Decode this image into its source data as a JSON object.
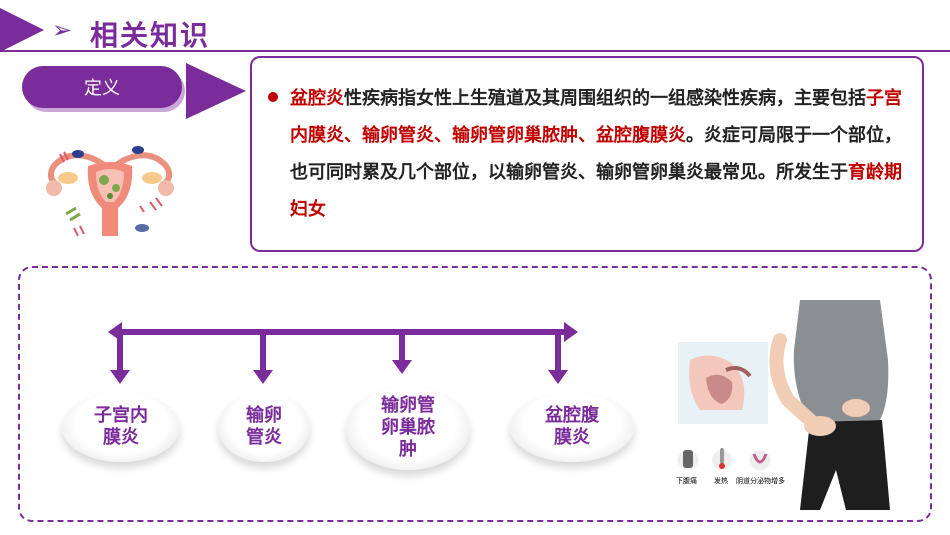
{
  "header": {
    "arrow": "➢",
    "title": "相关知识"
  },
  "definition": {
    "tag": "定义",
    "segments": [
      {
        "text": "盆腔炎",
        "red": true
      },
      {
        "text": "性疾病指女性上生殖道及其周围组织的一组感染性疾病，主要包括",
        "red": false
      },
      {
        "text": "子宫内膜炎、输卵管炎、输卵管卵巢脓肿、盆腔腹膜炎",
        "red": true
      },
      {
        "text": "。炎症可局限于一个部位，也可同时累及几个部位，以输卵管炎、输卵管卵巢炎最常见。所发生于",
        "red": false
      },
      {
        "text": "育龄期妇女",
        "red": true
      }
    ]
  },
  "types": [
    {
      "lines": [
        "子宫内",
        "膜炎"
      ]
    },
    {
      "lines": [
        "输卵",
        "管炎"
      ]
    },
    {
      "lines": [
        "输卵管",
        "卵巢脓",
        "肿"
      ]
    },
    {
      "lines": [
        "盆腔腹",
        "膜炎"
      ]
    }
  ],
  "symptoms": [
    {
      "label": "下腹痛",
      "icon": "abdomen-pain-icon"
    },
    {
      "label": "发热",
      "icon": "thermometer-icon"
    },
    {
      "label": "阴道分泌物增多",
      "icon": "discharge-icon"
    }
  ],
  "colors": {
    "accent": "#7b2c9b",
    "highlight": "#c00000"
  }
}
